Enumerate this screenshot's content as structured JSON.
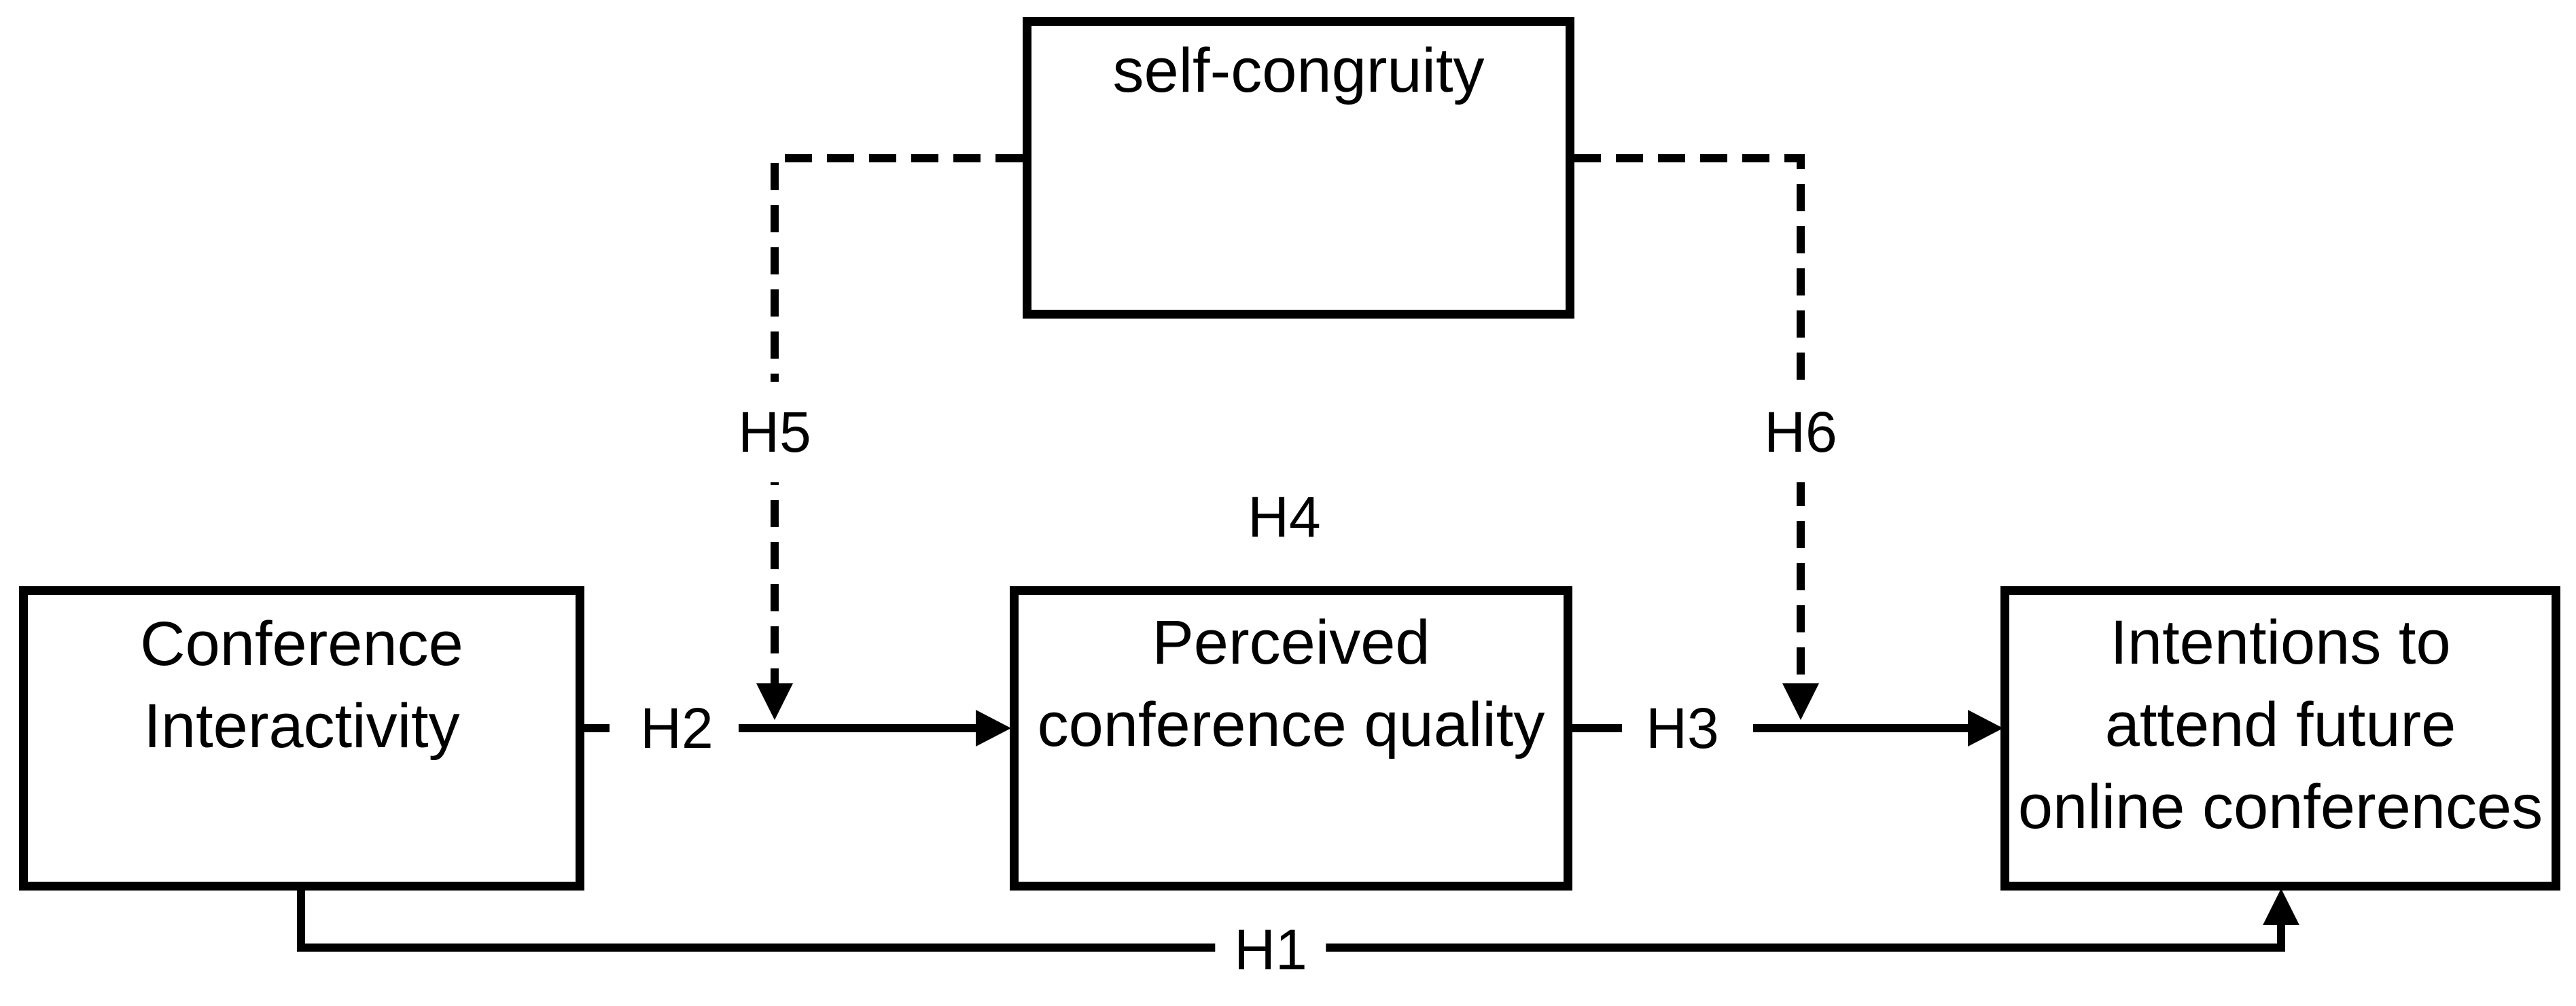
{
  "diagram": {
    "background_color": "#ffffff",
    "line_color": "#000000",
    "boxes": {
      "self_congruity": {
        "label": "self-congruity"
      },
      "conference_interactivity": {
        "label": "Conference\nInteractivity"
      },
      "perceived_conference_quality": {
        "label": "Perceived\nconference quality"
      },
      "intentions": {
        "label": "Intentions to\nattend future\nonline conferences"
      }
    },
    "hypotheses": {
      "h1": "H1",
      "h2": "H2",
      "h3": "H3",
      "h4": "H4",
      "h5": "H5",
      "h6": "H6"
    }
  }
}
